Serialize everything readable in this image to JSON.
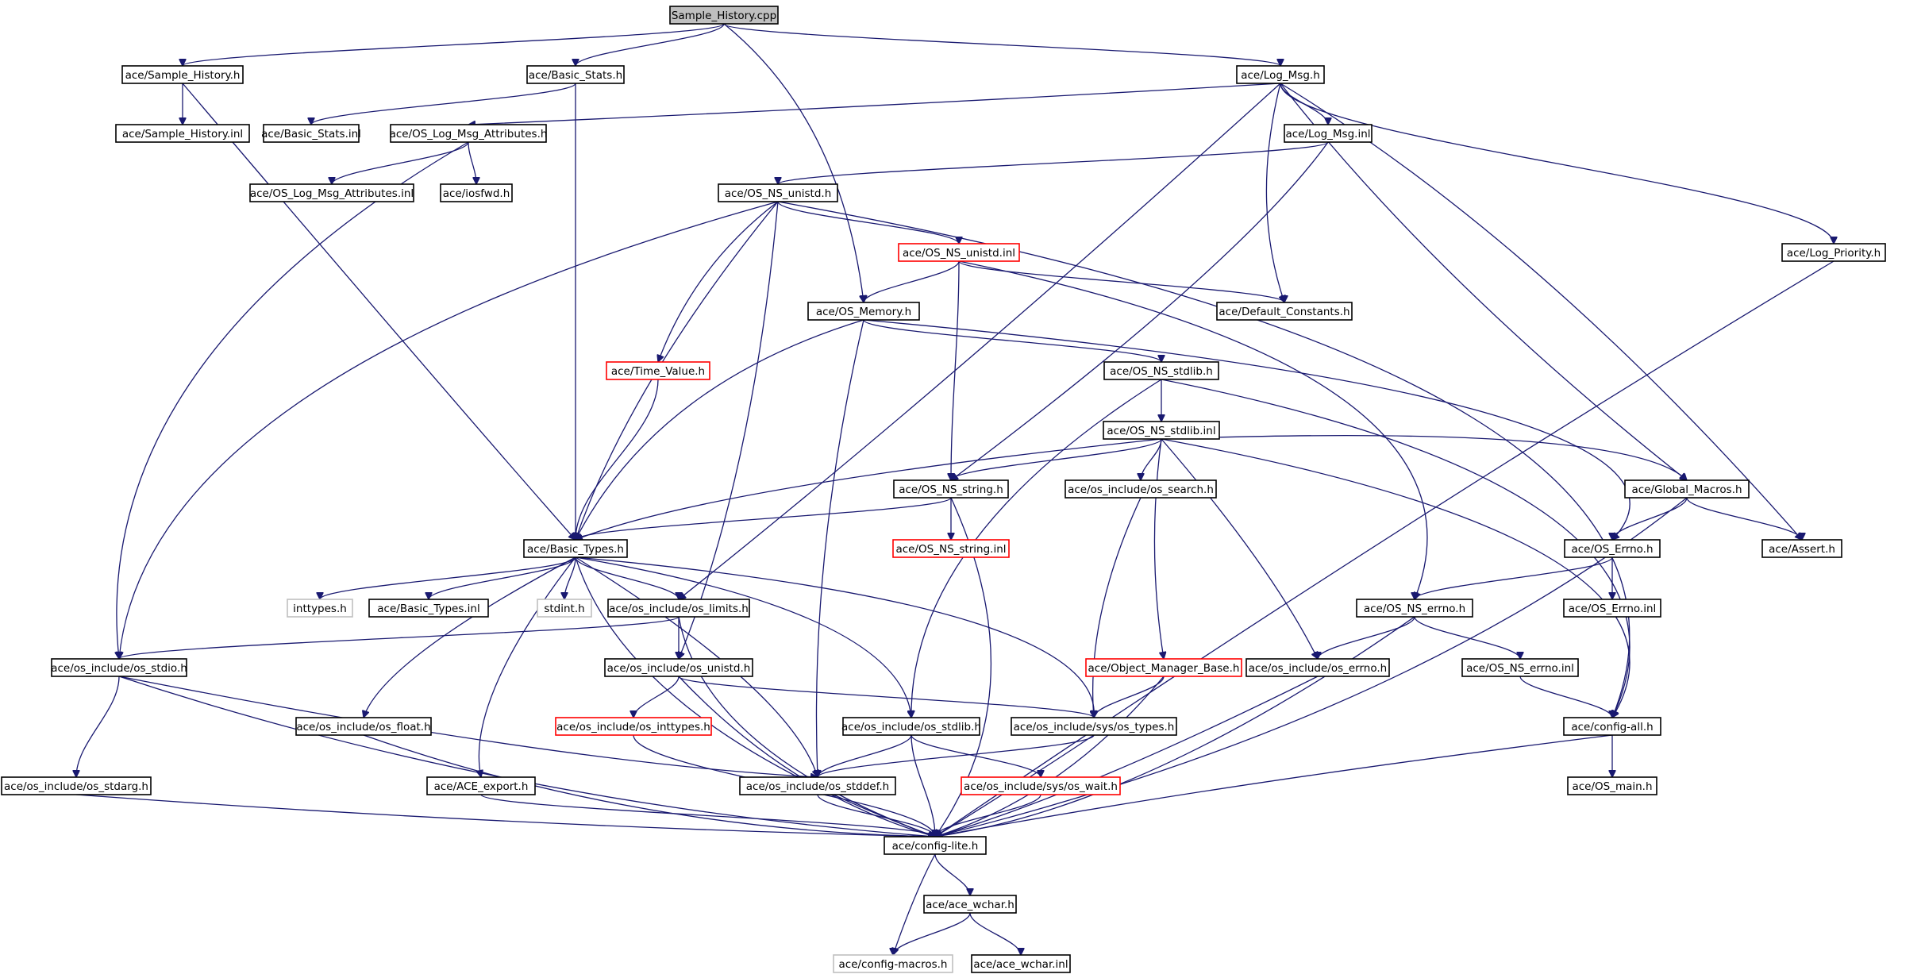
{
  "nodes": [
    {
      "id": "sample_history_cpp",
      "label": "Sample_History.cpp",
      "style": "root"
    },
    {
      "id": "sample_history_h",
      "label": "ace/Sample_History.h",
      "style": "normal"
    },
    {
      "id": "basic_stats_h",
      "label": "ace/Basic_Stats.h",
      "style": "normal"
    },
    {
      "id": "log_msg_h",
      "label": "ace/Log_Msg.h",
      "style": "normal"
    },
    {
      "id": "sample_history_inl",
      "label": "ace/Sample_History.inl",
      "style": "normal"
    },
    {
      "id": "basic_stats_inl",
      "label": "ace/Basic_Stats.inl",
      "style": "normal"
    },
    {
      "id": "os_log_msg_attributes_h",
      "label": "ace/OS_Log_Msg_Attributes.h",
      "style": "normal"
    },
    {
      "id": "log_msg_inl",
      "label": "ace/Log_Msg.inl",
      "style": "normal"
    },
    {
      "id": "os_log_msg_attributes_inl",
      "label": "ace/OS_Log_Msg_Attributes.inl",
      "style": "normal"
    },
    {
      "id": "iosfwd_h",
      "label": "ace/iosfwd.h",
      "style": "normal"
    },
    {
      "id": "os_ns_unistd_h",
      "label": "ace/OS_NS_unistd.h",
      "style": "normal"
    },
    {
      "id": "os_ns_unistd_inl",
      "label": "ace/OS_NS_unistd.inl",
      "style": "red"
    },
    {
      "id": "log_priority_h",
      "label": "ace/Log_Priority.h",
      "style": "normal"
    },
    {
      "id": "os_memory_h",
      "label": "ace/OS_Memory.h",
      "style": "normal"
    },
    {
      "id": "default_constants_h",
      "label": "ace/Default_Constants.h",
      "style": "normal"
    },
    {
      "id": "time_value_h",
      "label": "ace/Time_Value.h",
      "style": "red"
    },
    {
      "id": "os_ns_stdlib_h",
      "label": "ace/OS_NS_stdlib.h",
      "style": "normal"
    },
    {
      "id": "os_ns_stdlib_inl",
      "label": "ace/OS_NS_stdlib.inl",
      "style": "normal"
    },
    {
      "id": "os_ns_string_h",
      "label": "ace/OS_NS_string.h",
      "style": "normal"
    },
    {
      "id": "os_search_h",
      "label": "ace/os_include/os_search.h",
      "style": "normal"
    },
    {
      "id": "global_macros_h",
      "label": "ace/Global_Macros.h",
      "style": "normal"
    },
    {
      "id": "basic_types_h",
      "label": "ace/Basic_Types.h",
      "style": "normal"
    },
    {
      "id": "os_ns_string_inl",
      "label": "ace/OS_NS_string.inl",
      "style": "red"
    },
    {
      "id": "os_errno_h",
      "label": "ace/OS_Errno.h",
      "style": "normal"
    },
    {
      "id": "assert_h",
      "label": "ace/Assert.h",
      "style": "normal"
    },
    {
      "id": "inttypes_h",
      "label": "inttypes.h",
      "style": "gray"
    },
    {
      "id": "basic_types_inl",
      "label": "ace/Basic_Types.inl",
      "style": "normal"
    },
    {
      "id": "stdint_h",
      "label": "stdint.h",
      "style": "gray"
    },
    {
      "id": "os_limits_h",
      "label": "ace/os_include/os_limits.h",
      "style": "normal"
    },
    {
      "id": "os_ns_errno_h",
      "label": "ace/OS_NS_errno.h",
      "style": "normal"
    },
    {
      "id": "os_errno_inl",
      "label": "ace/OS_Errno.inl",
      "style": "normal"
    },
    {
      "id": "os_stdio_h",
      "label": "ace/os_include/os_stdio.h",
      "style": "normal"
    },
    {
      "id": "os_unistd_h",
      "label": "ace/os_include/os_unistd.h",
      "style": "normal"
    },
    {
      "id": "object_manager_base_h",
      "label": "ace/Object_Manager_Base.h",
      "style": "red"
    },
    {
      "id": "os_errno_hh",
      "label": "ace/os_include/os_errno.h",
      "style": "normal"
    },
    {
      "id": "os_ns_errno_inl",
      "label": "ace/OS_NS_errno.inl",
      "style": "normal"
    },
    {
      "id": "os_float_h",
      "label": "ace/os_include/os_float.h",
      "style": "normal"
    },
    {
      "id": "os_inttypes_h",
      "label": "ace/os_include/os_inttypes.h",
      "style": "red"
    },
    {
      "id": "os_stdlib_h",
      "label": "ace/os_include/os_stdlib.h",
      "style": "normal"
    },
    {
      "id": "os_types_h",
      "label": "ace/os_include/sys/os_types.h",
      "style": "normal"
    },
    {
      "id": "config_all_h",
      "label": "ace/config-all.h",
      "style": "normal"
    },
    {
      "id": "os_stdarg_h",
      "label": "ace/os_include/os_stdarg.h",
      "style": "normal"
    },
    {
      "id": "ace_export_h",
      "label": "ace/ACE_export.h",
      "style": "normal"
    },
    {
      "id": "os_stddef_h",
      "label": "ace/os_include/os_stddef.h",
      "style": "normal"
    },
    {
      "id": "os_wait_h",
      "label": "ace/os_include/sys/os_wait.h",
      "style": "red"
    },
    {
      "id": "os_main_h",
      "label": "ace/OS_main.h",
      "style": "normal"
    },
    {
      "id": "config_lite_h",
      "label": "ace/config-lite.h",
      "style": "normal"
    },
    {
      "id": "ace_wchar_h",
      "label": "ace/ace_wchar.h",
      "style": "normal"
    },
    {
      "id": "config_macros_h",
      "label": "ace/config-macros.h",
      "style": "gray"
    },
    {
      "id": "ace_wchar_inl",
      "label": "ace/ace_wchar.inl",
      "style": "normal"
    }
  ],
  "edges": [
    [
      "sample_history_cpp",
      "sample_history_h"
    ],
    [
      "sample_history_cpp",
      "basic_stats_h"
    ],
    [
      "sample_history_cpp",
      "log_msg_h"
    ],
    [
      "sample_history_cpp",
      "os_memory_h"
    ],
    [
      "sample_history_h",
      "sample_history_inl"
    ],
    [
      "sample_history_h",
      "basic_types_h"
    ],
    [
      "basic_stats_h",
      "basic_stats_inl"
    ],
    [
      "basic_stats_h",
      "basic_types_h"
    ],
    [
      "log_msg_h",
      "os_log_msg_attributes_h"
    ],
    [
      "log_msg_h",
      "log_msg_inl"
    ],
    [
      "log_msg_h",
      "default_constants_h"
    ],
    [
      "log_msg_h",
      "log_priority_h"
    ],
    [
      "log_msg_h",
      "global_macros_h"
    ],
    [
      "log_msg_h",
      "assert_h"
    ],
    [
      "log_msg_h",
      "os_limits_h"
    ],
    [
      "os_log_msg_attributes_h",
      "os_log_msg_attributes_inl"
    ],
    [
      "os_log_msg_attributes_h",
      "iosfwd_h"
    ],
    [
      "os_log_msg_attributes_h",
      "os_stdio_h"
    ],
    [
      "log_msg_inl",
      "os_ns_unistd_h"
    ],
    [
      "log_msg_inl",
      "os_ns_string_h"
    ],
    [
      "os_ns_unistd_h",
      "os_ns_unistd_inl"
    ],
    [
      "os_ns_unistd_h",
      "time_value_h"
    ],
    [
      "os_ns_unistd_h",
      "basic_types_h"
    ],
    [
      "os_ns_unistd_h",
      "os_stdio_h"
    ],
    [
      "os_ns_unistd_h",
      "os_unistd_h"
    ],
    [
      "os_ns_unistd_h",
      "config_all_h"
    ],
    [
      "os_ns_unistd_inl",
      "os_memory_h"
    ],
    [
      "os_ns_unistd_inl",
      "default_constants_h"
    ],
    [
      "os_ns_unistd_inl",
      "os_ns_string_h"
    ],
    [
      "os_ns_unistd_inl",
      "os_ns_errno_h"
    ],
    [
      "os_memory_h",
      "os_ns_stdlib_h"
    ],
    [
      "os_memory_h",
      "basic_types_h"
    ],
    [
      "os_memory_h",
      "os_errno_h"
    ],
    [
      "os_memory_h",
      "os_stddef_h"
    ],
    [
      "time_value_h",
      "basic_types_h"
    ],
    [
      "os_ns_stdlib_h",
      "os_ns_stdlib_inl"
    ],
    [
      "os_ns_stdlib_h",
      "os_stdlib_h"
    ],
    [
      "os_ns_stdlib_h",
      "config_all_h"
    ],
    [
      "os_ns_stdlib_inl",
      "os_ns_string_h"
    ],
    [
      "os_ns_stdlib_inl",
      "os_search_h"
    ],
    [
      "os_ns_stdlib_inl",
      "global_macros_h"
    ],
    [
      "os_ns_stdlib_inl",
      "basic_types_h"
    ],
    [
      "os_ns_stdlib_inl",
      "object_manager_base_h"
    ],
    [
      "os_ns_stdlib_inl",
      "os_errno_hh"
    ],
    [
      "os_ns_stdlib_inl",
      "config_all_h"
    ],
    [
      "os_ns_string_h",
      "os_ns_string_inl"
    ],
    [
      "os_ns_string_h",
      "basic_types_h"
    ],
    [
      "os_ns_string_h",
      "config_lite_h"
    ],
    [
      "os_search_h",
      "os_types_h"
    ],
    [
      "global_macros_h",
      "os_errno_h"
    ],
    [
      "global_macros_h",
      "assert_h"
    ],
    [
      "global_macros_h",
      "config_lite_h"
    ],
    [
      "basic_types_h",
      "inttypes_h"
    ],
    [
      "basic_types_h",
      "basic_types_inl"
    ],
    [
      "basic_types_h",
      "stdint_h"
    ],
    [
      "basic_types_h",
      "os_limits_h"
    ],
    [
      "basic_types_h",
      "os_float_h"
    ],
    [
      "basic_types_h",
      "ace_export_h"
    ],
    [
      "basic_types_h",
      "os_stddef_h"
    ],
    [
      "basic_types_h",
      "os_stdlib_h"
    ],
    [
      "basic_types_h",
      "os_types_h"
    ],
    [
      "basic_types_h",
      "config_lite_h"
    ],
    [
      "os_errno_h",
      "os_errno_inl"
    ],
    [
      "os_errno_h",
      "os_ns_errno_h"
    ],
    [
      "os_limits_h",
      "os_unistd_h"
    ],
    [
      "os_limits_h",
      "os_stdio_h"
    ],
    [
      "os_limits_h",
      "config_lite_h"
    ],
    [
      "os_ns_errno_h",
      "os_ns_errno_inl"
    ],
    [
      "os_ns_errno_h",
      "os_errno_hh"
    ],
    [
      "os_ns_errno_h",
      "config_lite_h"
    ],
    [
      "os_stdio_h",
      "os_stdarg_h"
    ],
    [
      "os_stdio_h",
      "os_stddef_h"
    ],
    [
      "os_stdio_h",
      "config_lite_h"
    ],
    [
      "os_unistd_h",
      "os_inttypes_h"
    ],
    [
      "os_unistd_h",
      "os_types_h"
    ],
    [
      "os_unistd_h",
      "config_lite_h"
    ],
    [
      "object_manager_base_h",
      "os_types_h"
    ],
    [
      "object_manager_base_h",
      "config_lite_h"
    ],
    [
      "os_errno_hh",
      "config_lite_h"
    ],
    [
      "os_ns_errno_inl",
      "config_all_h"
    ],
    [
      "os_float_h",
      "config_lite_h"
    ],
    [
      "os_inttypes_h",
      "config_lite_h"
    ],
    [
      "os_stdlib_h",
      "os_stddef_h"
    ],
    [
      "os_stdlib_h",
      "os_wait_h"
    ],
    [
      "os_stdlib_h",
      "config_lite_h"
    ],
    [
      "os_types_h",
      "os_stddef_h"
    ],
    [
      "os_types_h",
      "config_lite_h"
    ],
    [
      "config_all_h",
      "os_main_h"
    ],
    [
      "config_all_h",
      "config_lite_h"
    ],
    [
      "os_stdarg_h",
      "config_lite_h"
    ],
    [
      "ace_export_h",
      "config_lite_h"
    ],
    [
      "os_stddef_h",
      "config_lite_h"
    ],
    [
      "os_wait_h",
      "config_lite_h"
    ],
    [
      "log_priority_h",
      "config_lite_h"
    ],
    [
      "config_lite_h",
      "ace_wchar_h"
    ],
    [
      "config_lite_h",
      "config_macros_h"
    ],
    [
      "ace_wchar_h",
      "config_macros_h"
    ],
    [
      "ace_wchar_h",
      "ace_wchar_inl"
    ]
  ],
  "colors": {
    "edge": "#191970",
    "root_fill": "#bfbfbf",
    "red_border": "#ff0000",
    "gray_border": "#bfbfbf"
  }
}
